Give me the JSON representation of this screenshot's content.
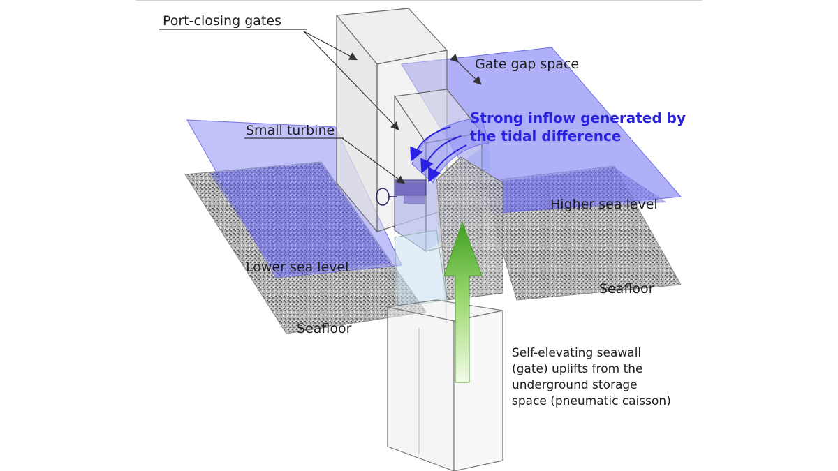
{
  "labels": {
    "port_closing_gates": "Port-closing gates",
    "gate_gap_space": "Gate gap space",
    "strong_inflow_line1": "Strong inflow generated by",
    "strong_inflow_line2": "the tidal difference",
    "small_turbine": "Small turbine",
    "higher_sea_level": "Higher sea level",
    "lower_sea_level": "Lower sea level",
    "seafloor_right": "Seafloor",
    "seafloor_left": "Seafloor",
    "seawall_line1": "Self-elevating seawall",
    "seawall_line2": "(gate) uplifts from the",
    "seawall_line3": "underground storage",
    "seawall_line4": "space (pneumatic caisson)"
  },
  "colors": {
    "water": "#8f8ff5",
    "water_edge": "#6c6ce8",
    "seafloor": "#9a9a9a",
    "gate_fill": "#e4e4e4",
    "gate_edge": "#666666",
    "arrow_green": "#5fbf3f",
    "inflow_blue": "#2a22e0",
    "text": "#1e1e1e"
  }
}
